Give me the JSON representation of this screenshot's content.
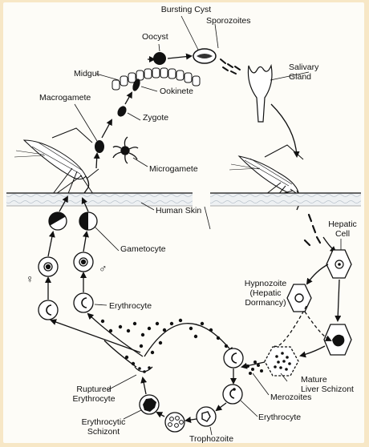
{
  "labels": {
    "bursting_cyst": "Bursting Cyst",
    "oocyst": "Oocyst",
    "sporozoites": "Sporozoites",
    "midgut": "Midgut",
    "salivary_gland": "Salivary\nGland",
    "ookinete": "Ookinete",
    "macrogamete": "Macrogamete",
    "zygote": "Zygote",
    "microgamete": "Microgamete",
    "human_skin": "Human Skin",
    "hepatic_cell": "Hepatic\nCell",
    "gametocyte": "Gametocyte",
    "female_symbol": "♀",
    "male_symbol": "♂",
    "hypnozoite": "Hypnozoite\n(Hepatic\nDormancy)",
    "erythrocyte_left": "Erythrocyte",
    "mature_liver_schizont": "Mature\nLiver Schizont",
    "merozoites": "Merozoites",
    "ruptured_erythrocyte": "Ruptured\nErythrocyte",
    "erythrocyte_right": "Erythrocyte",
    "erythrocytic_schizont": "Erythrocytic\nSchizont",
    "trophozoite": "Trophozoite"
  },
  "colors": {
    "background": "#f7e7c6",
    "card": "#fdfcf7",
    "ink": "#111111"
  }
}
